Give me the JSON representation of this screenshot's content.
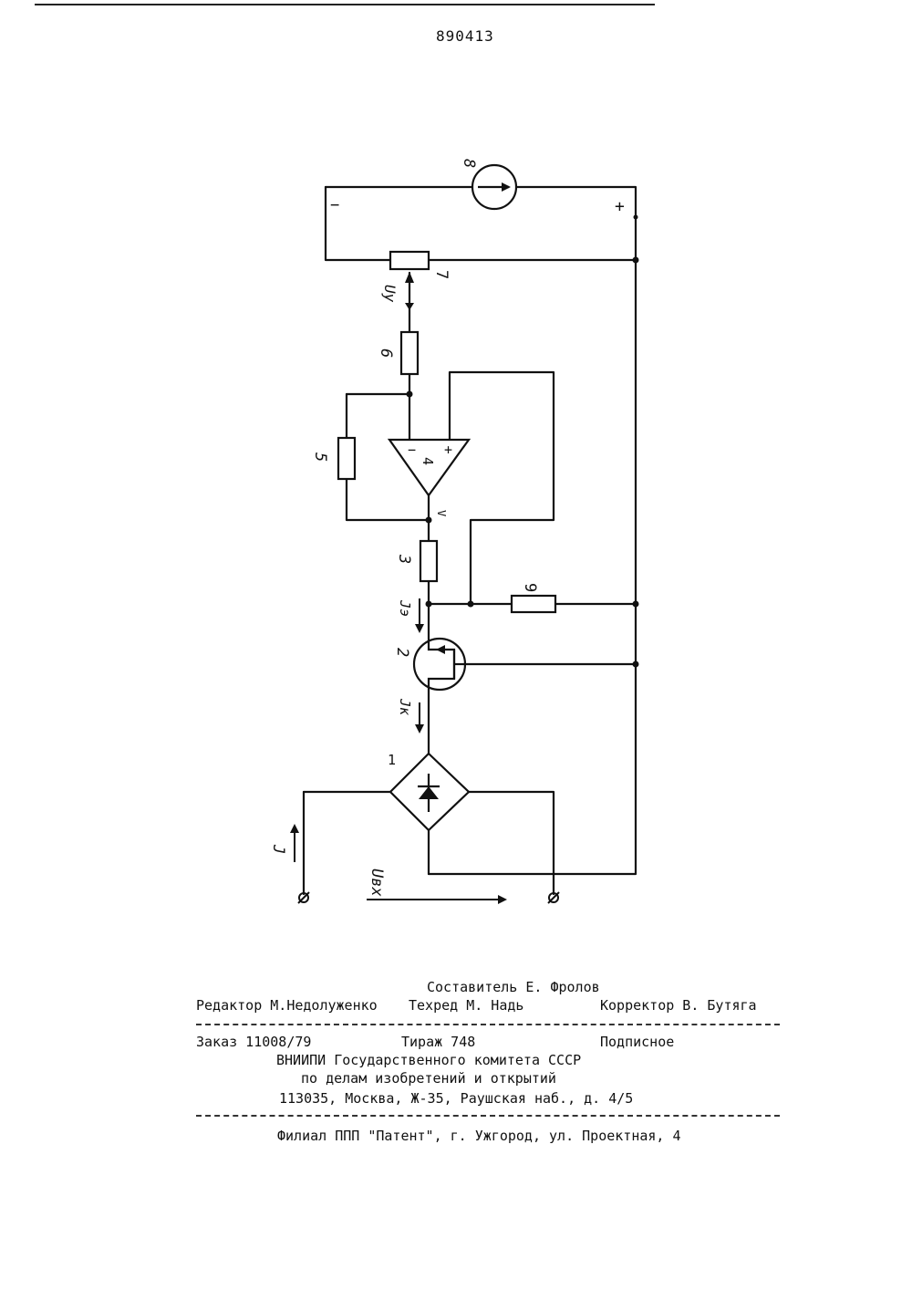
{
  "page": {
    "patent_number": "890413"
  },
  "diagram": {
    "labels": {
      "n1": "1",
      "n2": "2",
      "n3": "3",
      "n4": "4",
      "n5": "5",
      "n6": "6",
      "n7": "7",
      "n8": "8",
      "n9": "9",
      "minus_top": "−",
      "plus_top": "+",
      "op_minus": "−",
      "op_plus": "+",
      "node_v": "V",
      "uy": "Uу",
      "je": "Jэ",
      "jk": "Jк",
      "j": "J",
      "uvx": "Uвх"
    }
  },
  "imprint": {
    "compiler": "Составитель Е. Фролов",
    "editor": "Редактор М.Недолуженко",
    "techred": "Техред М. Надь",
    "corrector": "Корректор В. Бутяга",
    "order": "Заказ 11008/79",
    "circulation": "Тираж 748",
    "subscription": "Подписное",
    "org1": "ВНИИПИ Государственного комитета СССР",
    "org2": "по делам изобретений и открытий",
    "address": "113035, Москва, Ж-35, Раушская наб., д. 4/5",
    "branch": "Филиал ППП \"Патент\", г. Ужгород, ул. Проектная, 4"
  }
}
